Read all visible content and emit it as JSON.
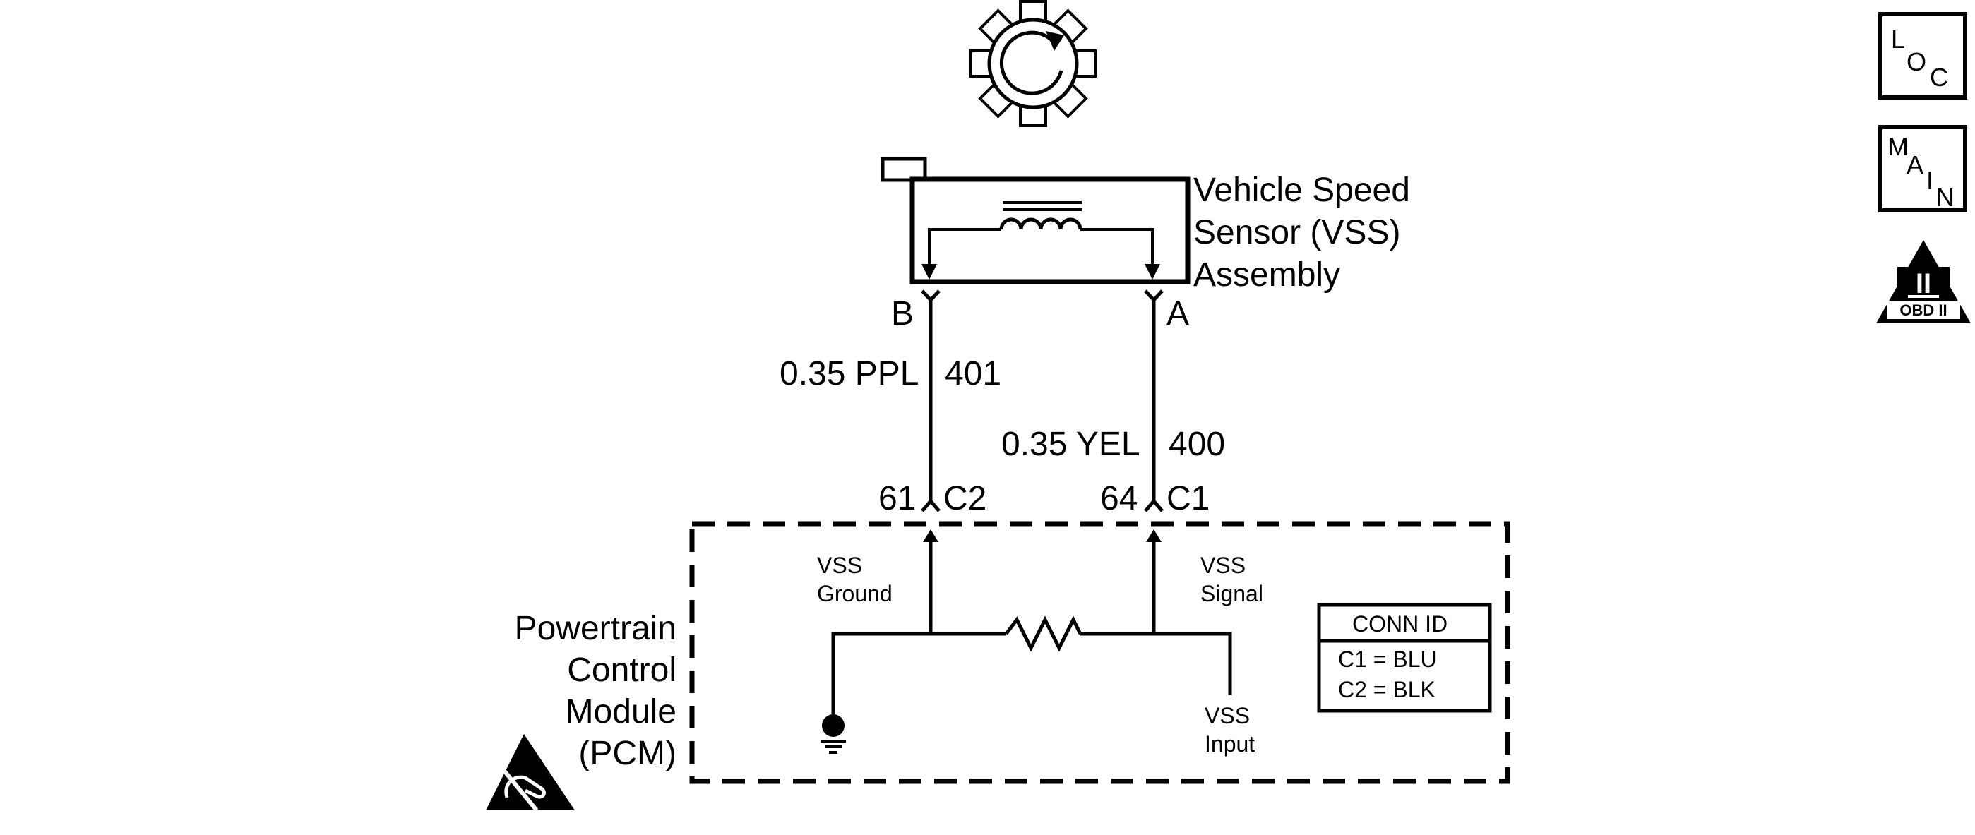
{
  "sensor": {
    "name_lines": [
      "Vehicle Speed",
      "Sensor (VSS)",
      "Assembly"
    ],
    "pin_b": "B",
    "pin_a": "A"
  },
  "wires": [
    {
      "size_color": "0.35 PPL",
      "circuit": "401"
    },
    {
      "size_color": "0.35 YEL",
      "circuit": "400"
    }
  ],
  "connectors": [
    {
      "pin": "61",
      "id": "C2"
    },
    {
      "pin": "64",
      "id": "C1"
    }
  ],
  "pcm": {
    "name_lines": [
      "Powertrain",
      "Control",
      "Module",
      "(PCM)"
    ],
    "vss_ground": [
      "VSS",
      "Ground"
    ],
    "vss_signal": [
      "VSS",
      "Signal"
    ],
    "vss_input": [
      "VSS",
      "Input"
    ]
  },
  "conn_id_table": {
    "header": "CONN ID",
    "rows": [
      "C1 = BLU",
      "C2 = BLK"
    ]
  },
  "side_icons": {
    "loc": [
      "L",
      "O",
      "C"
    ],
    "main": [
      "M",
      "A",
      "I",
      "N"
    ],
    "obd": {
      "numeral": "II",
      "label": "OBD II"
    }
  },
  "icons": {
    "rotation": "rotating-gear-icon",
    "ground": "ground-symbol-icon",
    "esd": "esd-sensitive-icon",
    "resistor": "resistor-symbol-icon",
    "coil": "coil-symbol-icon"
  }
}
